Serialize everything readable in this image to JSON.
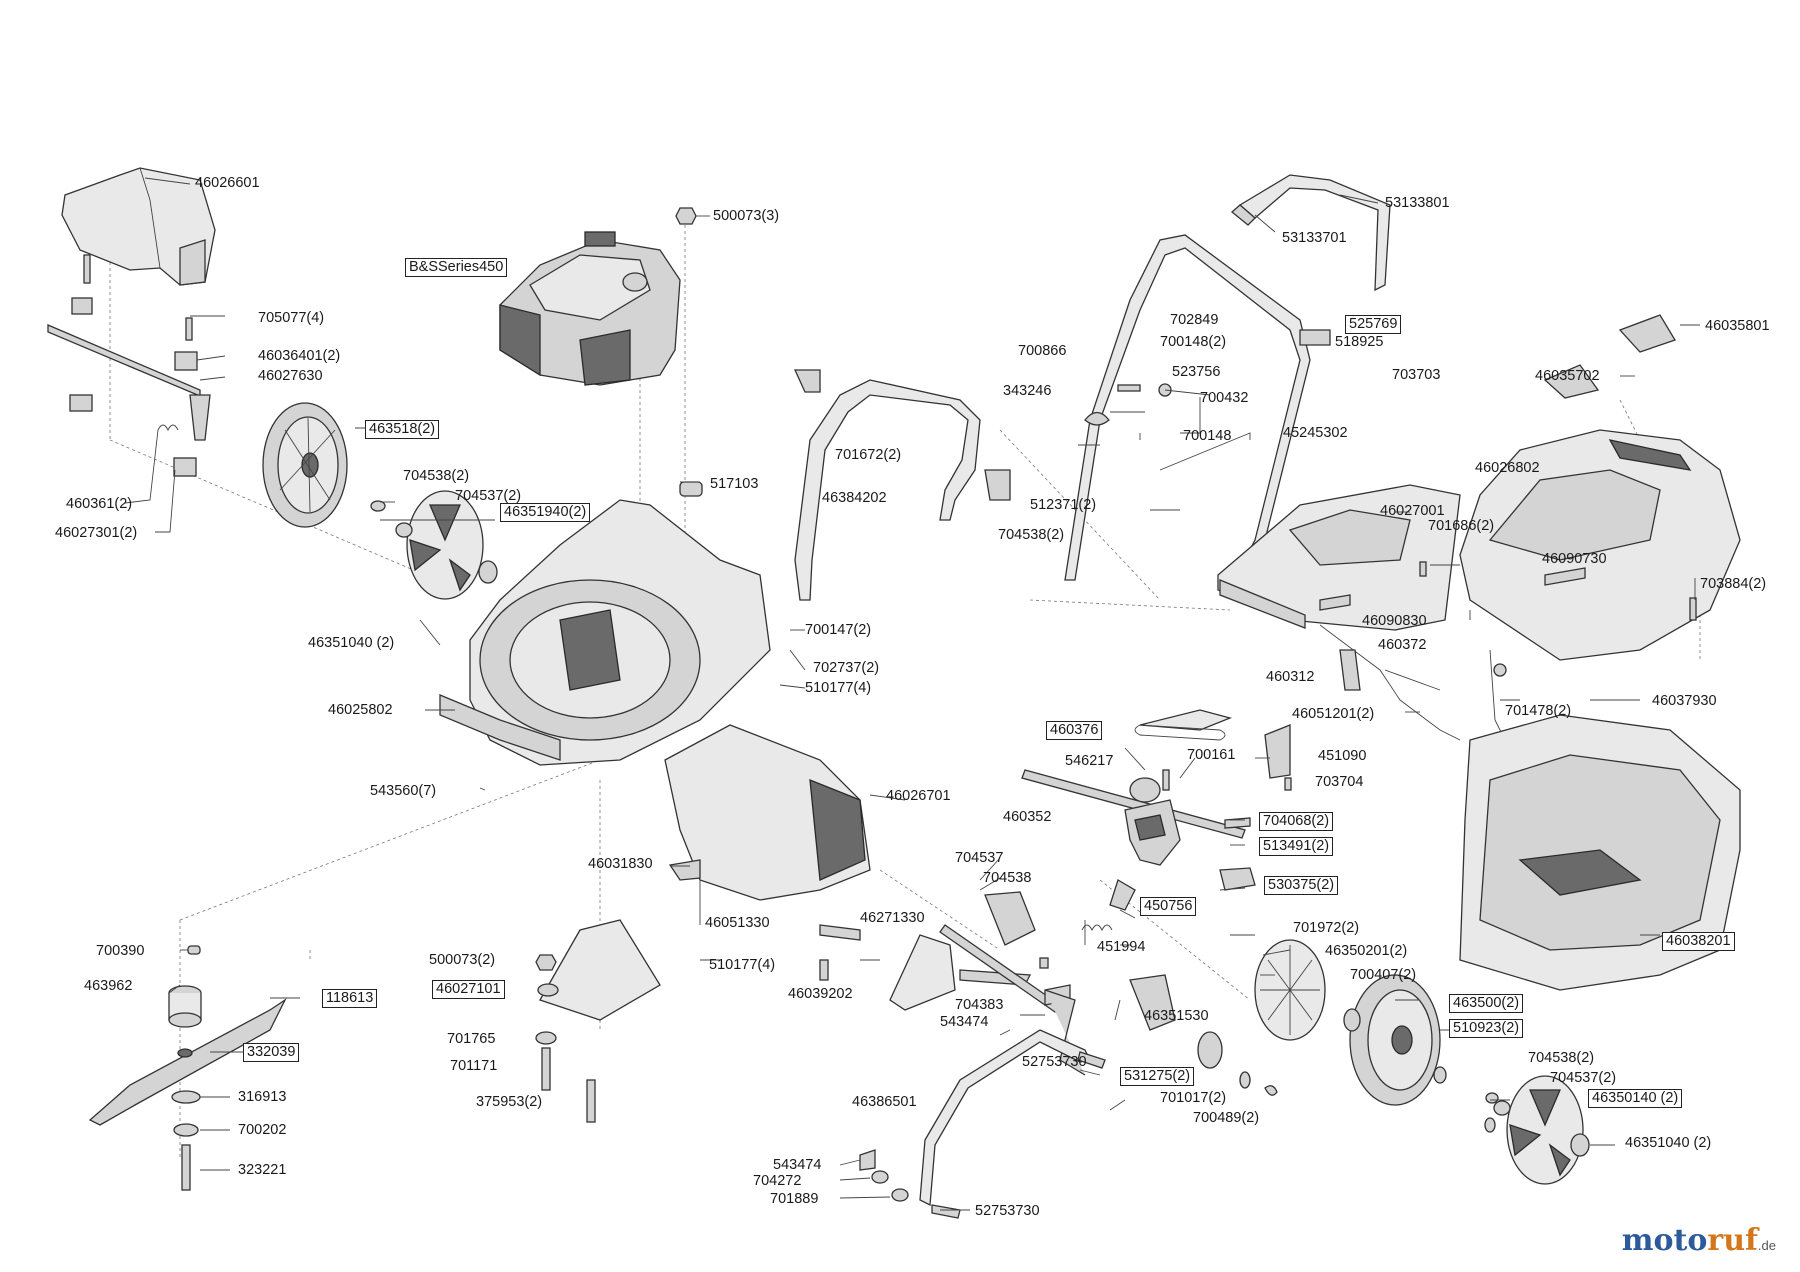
{
  "brand": {
    "name_a": "moto",
    "name_b": "ruf",
    "tld": ".de"
  },
  "labels": [
    {
      "text": "46026601",
      "boxed": false
    },
    {
      "text": "500073(3)",
      "boxed": false
    },
    {
      "text": "53133801",
      "boxed": false
    },
    {
      "text": "B&SSeries450",
      "boxed": true
    },
    {
      "text": "53133701",
      "boxed": false
    },
    {
      "text": "705077(4)",
      "boxed": false
    },
    {
      "text": "702849",
      "boxed": false
    },
    {
      "text": "525769",
      "boxed": true
    },
    {
      "text": "46035801",
      "boxed": false
    },
    {
      "text": "700148(2)",
      "boxed": false
    },
    {
      "text": "518925",
      "boxed": false
    },
    {
      "text": "700866",
      "boxed": false
    },
    {
      "text": "46036401(2)",
      "boxed": false
    },
    {
      "text": "46027630",
      "boxed": false
    },
    {
      "text": "523756",
      "boxed": false
    },
    {
      "text": "703703",
      "boxed": false
    },
    {
      "text": "46035702",
      "boxed": false
    },
    {
      "text": "343246",
      "boxed": false
    },
    {
      "text": "700432",
      "boxed": false
    },
    {
      "text": "463518(2)",
      "boxed": true
    },
    {
      "text": "700148",
      "boxed": false
    },
    {
      "text": "45245302",
      "boxed": false
    },
    {
      "text": "701672(2)",
      "boxed": false
    },
    {
      "text": "46026802",
      "boxed": false
    },
    {
      "text": "704538(2)",
      "boxed": false
    },
    {
      "text": "517103",
      "boxed": false
    },
    {
      "text": "704537(2)",
      "boxed": false
    },
    {
      "text": "46384202",
      "boxed": false
    },
    {
      "text": "512371(2)",
      "boxed": false
    },
    {
      "text": "46027001",
      "boxed": false
    },
    {
      "text": "460361(2)",
      "boxed": false
    },
    {
      "text": "46351940(2)",
      "boxed": true
    },
    {
      "text": "701686(2)",
      "boxed": false
    },
    {
      "text": "46027301(2)",
      "boxed": false
    },
    {
      "text": "704538(2)",
      "boxed": false
    },
    {
      "text": "46090730",
      "boxed": false
    },
    {
      "text": "703884(2)",
      "boxed": false
    },
    {
      "text": "46090830",
      "boxed": false
    },
    {
      "text": "700147(2)",
      "boxed": false
    },
    {
      "text": "46351040 (2)",
      "boxed": false
    },
    {
      "text": "460372",
      "boxed": false
    },
    {
      "text": "702737(2)",
      "boxed": false
    },
    {
      "text": "460312",
      "boxed": false
    },
    {
      "text": "510177(4)",
      "boxed": false
    },
    {
      "text": "46037930",
      "boxed": false
    },
    {
      "text": "46025802",
      "boxed": false
    },
    {
      "text": "46051201(2)",
      "boxed": false
    },
    {
      "text": "701478(2)",
      "boxed": false
    },
    {
      "text": "460376",
      "boxed": true
    },
    {
      "text": "700161",
      "boxed": false
    },
    {
      "text": "451090",
      "boxed": false
    },
    {
      "text": "546217",
      "boxed": false
    },
    {
      "text": "543560(7)",
      "boxed": false
    },
    {
      "text": "46026701",
      "boxed": false
    },
    {
      "text": "703704",
      "boxed": false
    },
    {
      "text": "460352",
      "boxed": false
    },
    {
      "text": "704068(2)",
      "boxed": true
    },
    {
      "text": "513491(2)",
      "boxed": true
    },
    {
      "text": "46031830",
      "boxed": false
    },
    {
      "text": "704537",
      "boxed": false
    },
    {
      "text": "704538",
      "boxed": false
    },
    {
      "text": "530375(2)",
      "boxed": true
    },
    {
      "text": "450756",
      "boxed": true
    },
    {
      "text": "46051330",
      "boxed": false
    },
    {
      "text": "46271330",
      "boxed": false
    },
    {
      "text": "700390",
      "boxed": false
    },
    {
      "text": "46038201",
      "boxed": true
    },
    {
      "text": "451994",
      "boxed": false
    },
    {
      "text": "701972(2)",
      "boxed": false
    },
    {
      "text": "500073(2)",
      "boxed": false
    },
    {
      "text": "46350201(2)",
      "boxed": false
    },
    {
      "text": "510177(4)",
      "boxed": false
    },
    {
      "text": "463962",
      "boxed": false
    },
    {
      "text": "46027101",
      "boxed": true
    },
    {
      "text": "46039202",
      "boxed": false
    },
    {
      "text": "700407(2)",
      "boxed": false
    },
    {
      "text": "118613",
      "boxed": true
    },
    {
      "text": "704383",
      "boxed": false
    },
    {
      "text": "463500(2)",
      "boxed": true
    },
    {
      "text": "46351530",
      "boxed": false
    },
    {
      "text": "543474",
      "boxed": false
    },
    {
      "text": "510923(2)",
      "boxed": true
    },
    {
      "text": "701765",
      "boxed": false
    },
    {
      "text": "332039",
      "boxed": true
    },
    {
      "text": "52753730",
      "boxed": false
    },
    {
      "text": "701171",
      "boxed": false
    },
    {
      "text": "531275(2)",
      "boxed": true
    },
    {
      "text": "704538(2)",
      "boxed": false
    },
    {
      "text": "316913",
      "boxed": false
    },
    {
      "text": "704537(2)",
      "boxed": false
    },
    {
      "text": "375953(2)",
      "boxed": false
    },
    {
      "text": "701017(2)",
      "boxed": false
    },
    {
      "text": "46386501",
      "boxed": false
    },
    {
      "text": "46350140 (2)",
      "boxed": true
    },
    {
      "text": "700489(2)",
      "boxed": false
    },
    {
      "text": "700202",
      "boxed": false
    },
    {
      "text": "46351040 (2)",
      "boxed": false
    },
    {
      "text": "323221",
      "boxed": false
    },
    {
      "text": "543474",
      "boxed": false
    },
    {
      "text": "704272",
      "boxed": false
    },
    {
      "text": "701889",
      "boxed": false
    },
    {
      "text": "52753730",
      "boxed": false
    }
  ]
}
